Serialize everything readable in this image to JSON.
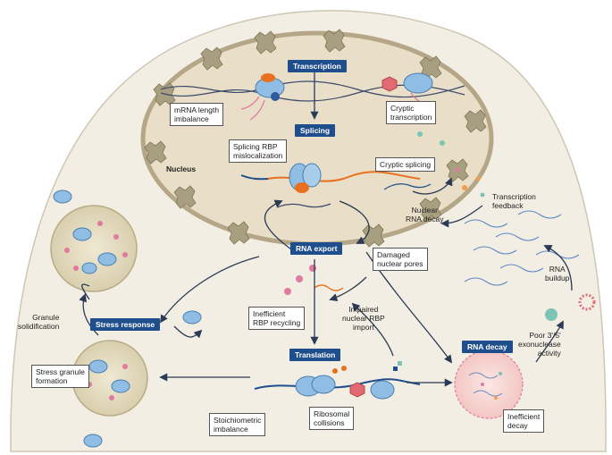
{
  "labels": {
    "transcription": "Transcription",
    "splicing": "Splicing",
    "rna_export": "RNA export",
    "translation": "Translation",
    "stress_response": "Stress response",
    "rna_decay": "RNA decay",
    "nucleus": "Nucleus"
  },
  "callouts": {
    "mrna_length": [
      "mRNA length",
      "imbalance"
    ],
    "cryptic_transcription": [
      "Cryptic",
      "transcription"
    ],
    "splicing_rbp": [
      "Splicing RBP",
      "mislocalization"
    ],
    "cryptic_splicing": [
      "Cryptic splicing"
    ],
    "damaged_pores": [
      "Damaged",
      "nuclear pores"
    ],
    "inefficient_rbp": [
      "Inefficient",
      "RBP recycling"
    ],
    "stress_granule": [
      "Stress granule",
      "formation"
    ],
    "stoichiometric": [
      "Stoichiometric",
      "imbalance"
    ],
    "ribosomal": [
      "Ribosomal",
      "collisions"
    ],
    "inefficient_decay": [
      "Inefficient",
      "decay"
    ]
  },
  "texts": {
    "nuclear_rna_decay": [
      "Nuclear",
      "RNA decay"
    ],
    "transcription_feedback": [
      "Transcription",
      "feedback"
    ],
    "rna_buildup": [
      "RNA",
      "buildup"
    ],
    "poor_exonuclease": [
      "Poor 3'/5'",
      "exonuclease",
      "activity"
    ],
    "impaired_import": [
      "Impaired",
      "nuclear RBP",
      "import"
    ],
    "granule_solidification": [
      "Granule",
      "solidification"
    ]
  },
  "colors": {
    "cell_fill": "#f3eee4",
    "nucleus_fill": "#e9dfc8",
    "nuclear_envelope": "#b4a686",
    "label_blue": "#1f4e8c",
    "protein_blue": "#8fbde3",
    "rbp_orange": "#e8701f",
    "rna_pink": "#e07aa0",
    "decay_body": "#f6d8d8",
    "granule": "#e8e1c8"
  }
}
